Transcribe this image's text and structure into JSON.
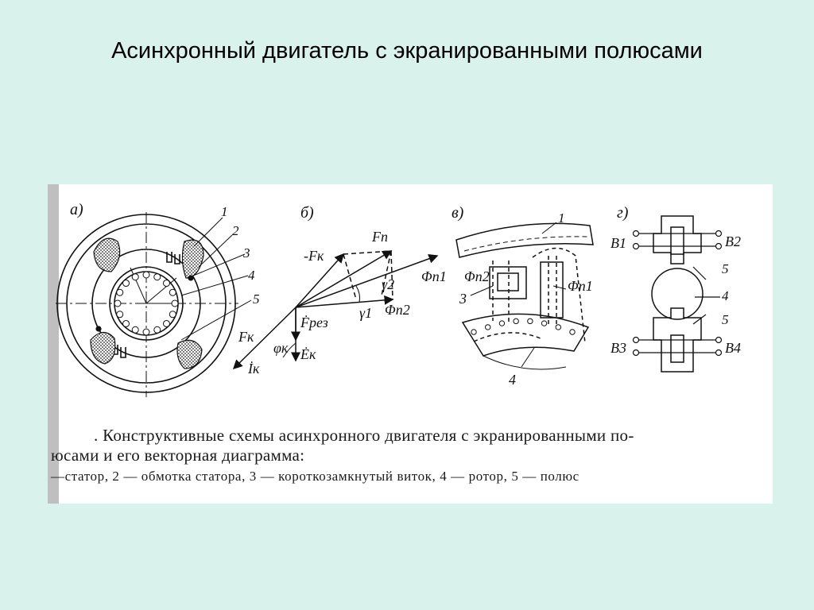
{
  "slide": {
    "title": "Асинхронный двигатель с экранированными полюсами"
  },
  "figure": {
    "panels": {
      "a": "а)",
      "b": "б)",
      "v": "в)",
      "g": "г)"
    },
    "a_labels": [
      "1",
      "2",
      "3",
      "4",
      "5"
    ],
    "b_labels": {
      "minus_fk": "-Fк",
      "fp": "Fп",
      "fk": "Fк",
      "ik": "İк",
      "fi_k": "φк",
      "ek": "Ėк",
      "frez": "Ḟрез",
      "gamma1": "γ1",
      "gamma2": "γ2",
      "phi_p1": "Φп1",
      "phi_p2": "Φп2"
    },
    "v_labels": {
      "n1": "1",
      "phi_p2": "Φп2",
      "n3": "3",
      "phi_p1": "Φп1",
      "n4": "4"
    },
    "g_labels": {
      "b1": "B1",
      "b2": "B2",
      "b3": "B3",
      "b4": "B4",
      "n5_top": "5",
      "n4": "4",
      "n5_bottom": "5"
    },
    "caption": {
      "line1": ". Конструктивные схемы асинхронного двигателя с экранированными по-",
      "line2": "юсами и его векторная диаграмма:",
      "line3": "—статор,  2 — обмотка  статора,  3 — короткозамкнутый  виток,  4 — ротор,  5 — полюс"
    }
  }
}
